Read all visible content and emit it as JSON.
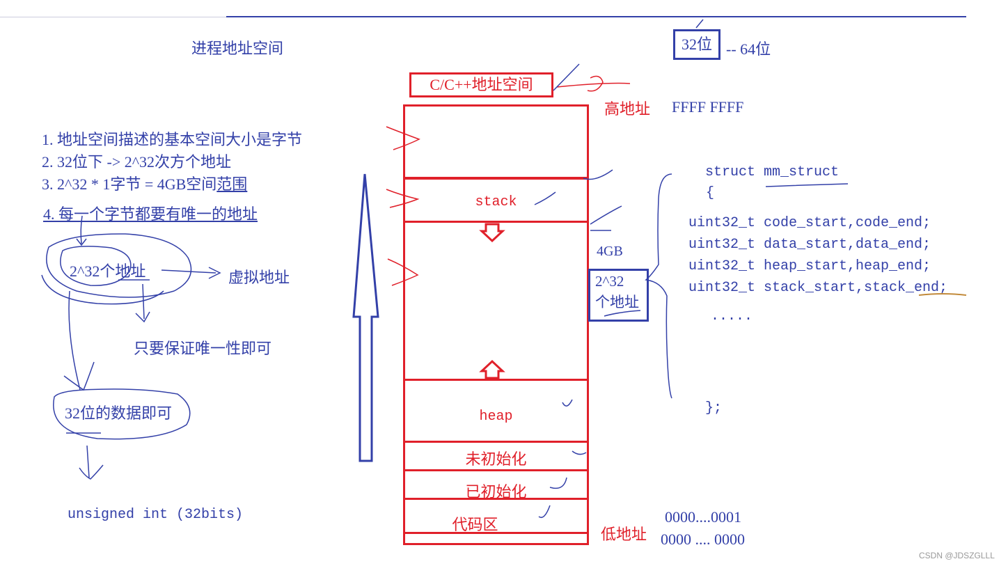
{
  "title": "进程地址空间",
  "bits": {
    "boxed": "32位",
    "rest": "-- 64位"
  },
  "space_label": "C/C++地址空间",
  "high": {
    "label": "高地址",
    "value": "FFFF FFFF"
  },
  "low": {
    "label": "低地址",
    "value1": "0000....0001",
    "value2": "0000 .... 0000"
  },
  "notes": [
    "1. 地址空间描述的基本空间大小是字节",
    "2. 32位下 -> 2^32次方个地址",
    "3. 2^32 * 1字节 = 4GB空间",
    "4. 每一个字节都要有唯一的地址"
  ],
  "note3_suffix": "范围",
  "flow": {
    "addr_count": "2^32个地址",
    "virtual": "虚拟地址",
    "unique": "只要保证唯一性即可",
    "data32": "32位的数据即可",
    "uint": "unsigned int (32bits)"
  },
  "segments": {
    "stack": "stack",
    "heap": "heap",
    "bss": "未初始化",
    "data": "已初始化",
    "code": "代码区"
  },
  "size": {
    "gb": "4GB",
    "line1": "2^32",
    "line2": "个地址"
  },
  "code": {
    "header": "struct mm_struct",
    "open": "{",
    "lines": [
      "uint32_t code_start,code_end;",
      "uint32_t data_start,data_end;",
      "uint32_t heap_start,heap_end;",
      "uint32_t stack_start,stack_end;"
    ],
    "ellipsis": ".....",
    "close": "};"
  },
  "watermark": "CSDN @JDSZGLLL"
}
